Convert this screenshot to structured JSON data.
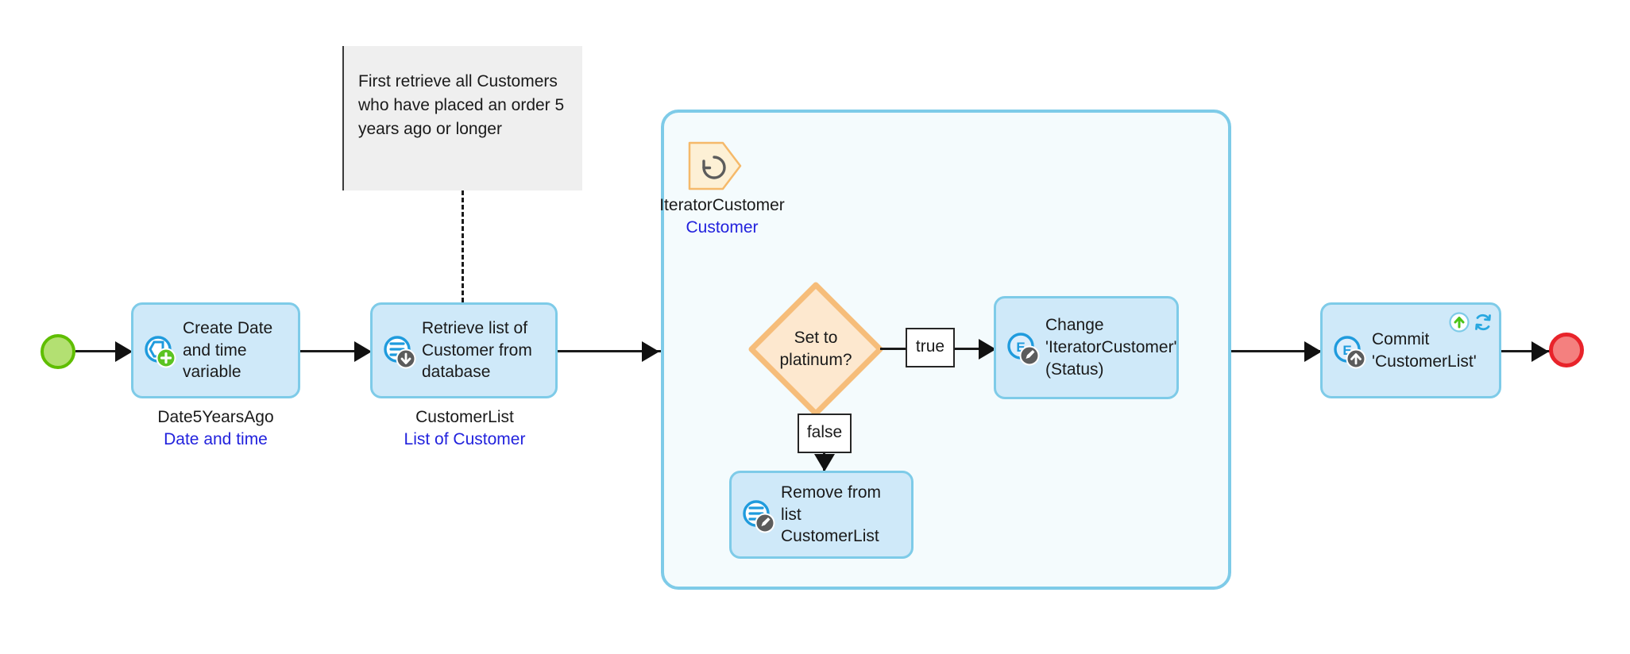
{
  "diagram": {
    "title": "Microflow",
    "colors": {
      "activity_fill": "#cfe9f9",
      "activity_border": "#7ecbe8",
      "loop_fill": "#f4fbfd",
      "loop_border": "#7ecbe8",
      "decision_fill": "#fde8cf",
      "decision_border": "#f6bd7a",
      "start_fill": "#b3e072",
      "start_border": "#5fbe00",
      "end_fill": "#f4807f",
      "end_border": "#e8232a",
      "annotation_fill": "#efefef",
      "caption_type_text": "#2222dd",
      "connector": "#1a1a1a"
    }
  },
  "start_event": {
    "name": "start-event",
    "icon": "start-circle-icon"
  },
  "end_event": {
    "name": "end-event",
    "icon": "end-circle-icon"
  },
  "annotation": {
    "text": "First retrieve all Customers who have placed an order 5 years ago or longer",
    "lines": [
      "First retrieve all Customers",
      "who have placed an order 5",
      "years ago or longer"
    ]
  },
  "activities": [
    {
      "id": "create-variable",
      "label": "Create Date and time variable",
      "icon": "create-variable-icon",
      "caption_name": "Date5YearsAgo",
      "caption_type": "Date and time"
    },
    {
      "id": "retrieve-list",
      "label": "Retrieve list of Customer from database",
      "icon": "retrieve-from-database-icon",
      "caption_name": "CustomerList",
      "caption_type": "List of Customer"
    },
    {
      "id": "change-object",
      "label": "Change 'IteratorCustomer' (Status)",
      "icon": "change-object-icon",
      "caption_name": "",
      "caption_type": ""
    },
    {
      "id": "remove-from-list",
      "label": "Remove from list CustomerList",
      "icon": "change-list-icon",
      "caption_name": "",
      "caption_type": ""
    },
    {
      "id": "commit-object",
      "label": "Commit 'CustomerList'",
      "icon": "commit-object-icon",
      "caption_name": "",
      "caption_type": "",
      "badges": [
        "commit-up-arrow-badge",
        "refresh-client-badge"
      ]
    }
  ],
  "loop": {
    "id": "iterator-loop",
    "marker_icon": "loop-iterator-icon",
    "caption_name": "IteratorCustomer",
    "caption_type": "Customer"
  },
  "decision": {
    "id": "set-to-platinum",
    "label": "Set to platinum?",
    "lines": [
      "Set to",
      "platinum?"
    ],
    "outcomes": [
      {
        "label": "true",
        "direction": "right"
      },
      {
        "label": "false",
        "direction": "down"
      }
    ]
  }
}
